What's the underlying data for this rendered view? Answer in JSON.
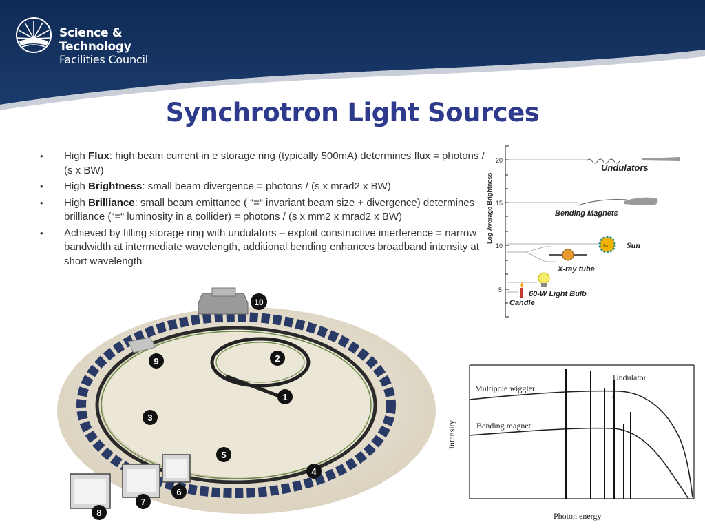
{
  "header": {
    "org_line1": "Science & Technology",
    "org_line2": "Facilities Council",
    "colors": {
      "navy": "#14315e",
      "title": "#2e3a8c"
    }
  },
  "title": "Synchrotron Light Sources",
  "bullets": [
    {
      "pre": "High ",
      "term": "Flux",
      "text": ": high beam current in e storage ring (typically 500mA) determines flux = photons / (s x BW)"
    },
    {
      "pre": "High ",
      "term": "Brightness",
      "text": ": small beam divergence = photons / (s x mrad2 x BW)"
    },
    {
      "pre": "High ",
      "term": "Brilliance",
      "text": ": small beam emittance ( “=“ invariant beam size + divergence) determines brilliance (“=“ luminosity in a collider) = photons / (s x mm2 x mrad2 x BW)"
    },
    {
      "pre": "",
      "term": "",
      "text": "Achieved by filling storage ring with undulators – exploit constructive interference = narrow bandwidth at intermediate wavelength, additional bending enhances broadband intensity at short wavelength"
    }
  ],
  "brightness_chart": {
    "ylabel": "Log Average Brightness",
    "ticks": [
      "20",
      "15",
      "10",
      "5"
    ],
    "labels": {
      "undulators": "Undulators",
      "bending": "Bending Magnets",
      "sun": "Sun",
      "sun_inner": "Sun",
      "xray": "X-ray tube",
      "bulb": "60-W Light Bulb",
      "candle": "Candle"
    }
  },
  "spectrum_chart": {
    "ylabel": "Intensity",
    "xlabel": "Photon energy",
    "series_labels": {
      "wiggler": "Multipole wiggler",
      "undulator": "Undulator",
      "bending": "Bending magnet"
    }
  },
  "ring_figure": {
    "markers": [
      "1",
      "2",
      "3",
      "4",
      "5",
      "6",
      "7",
      "8",
      "9",
      "10"
    ],
    "colors": {
      "floor": "#e6dfce",
      "magnet": "#2a3a66",
      "tube": "#2a2a2a",
      "marker": "#111111"
    }
  }
}
